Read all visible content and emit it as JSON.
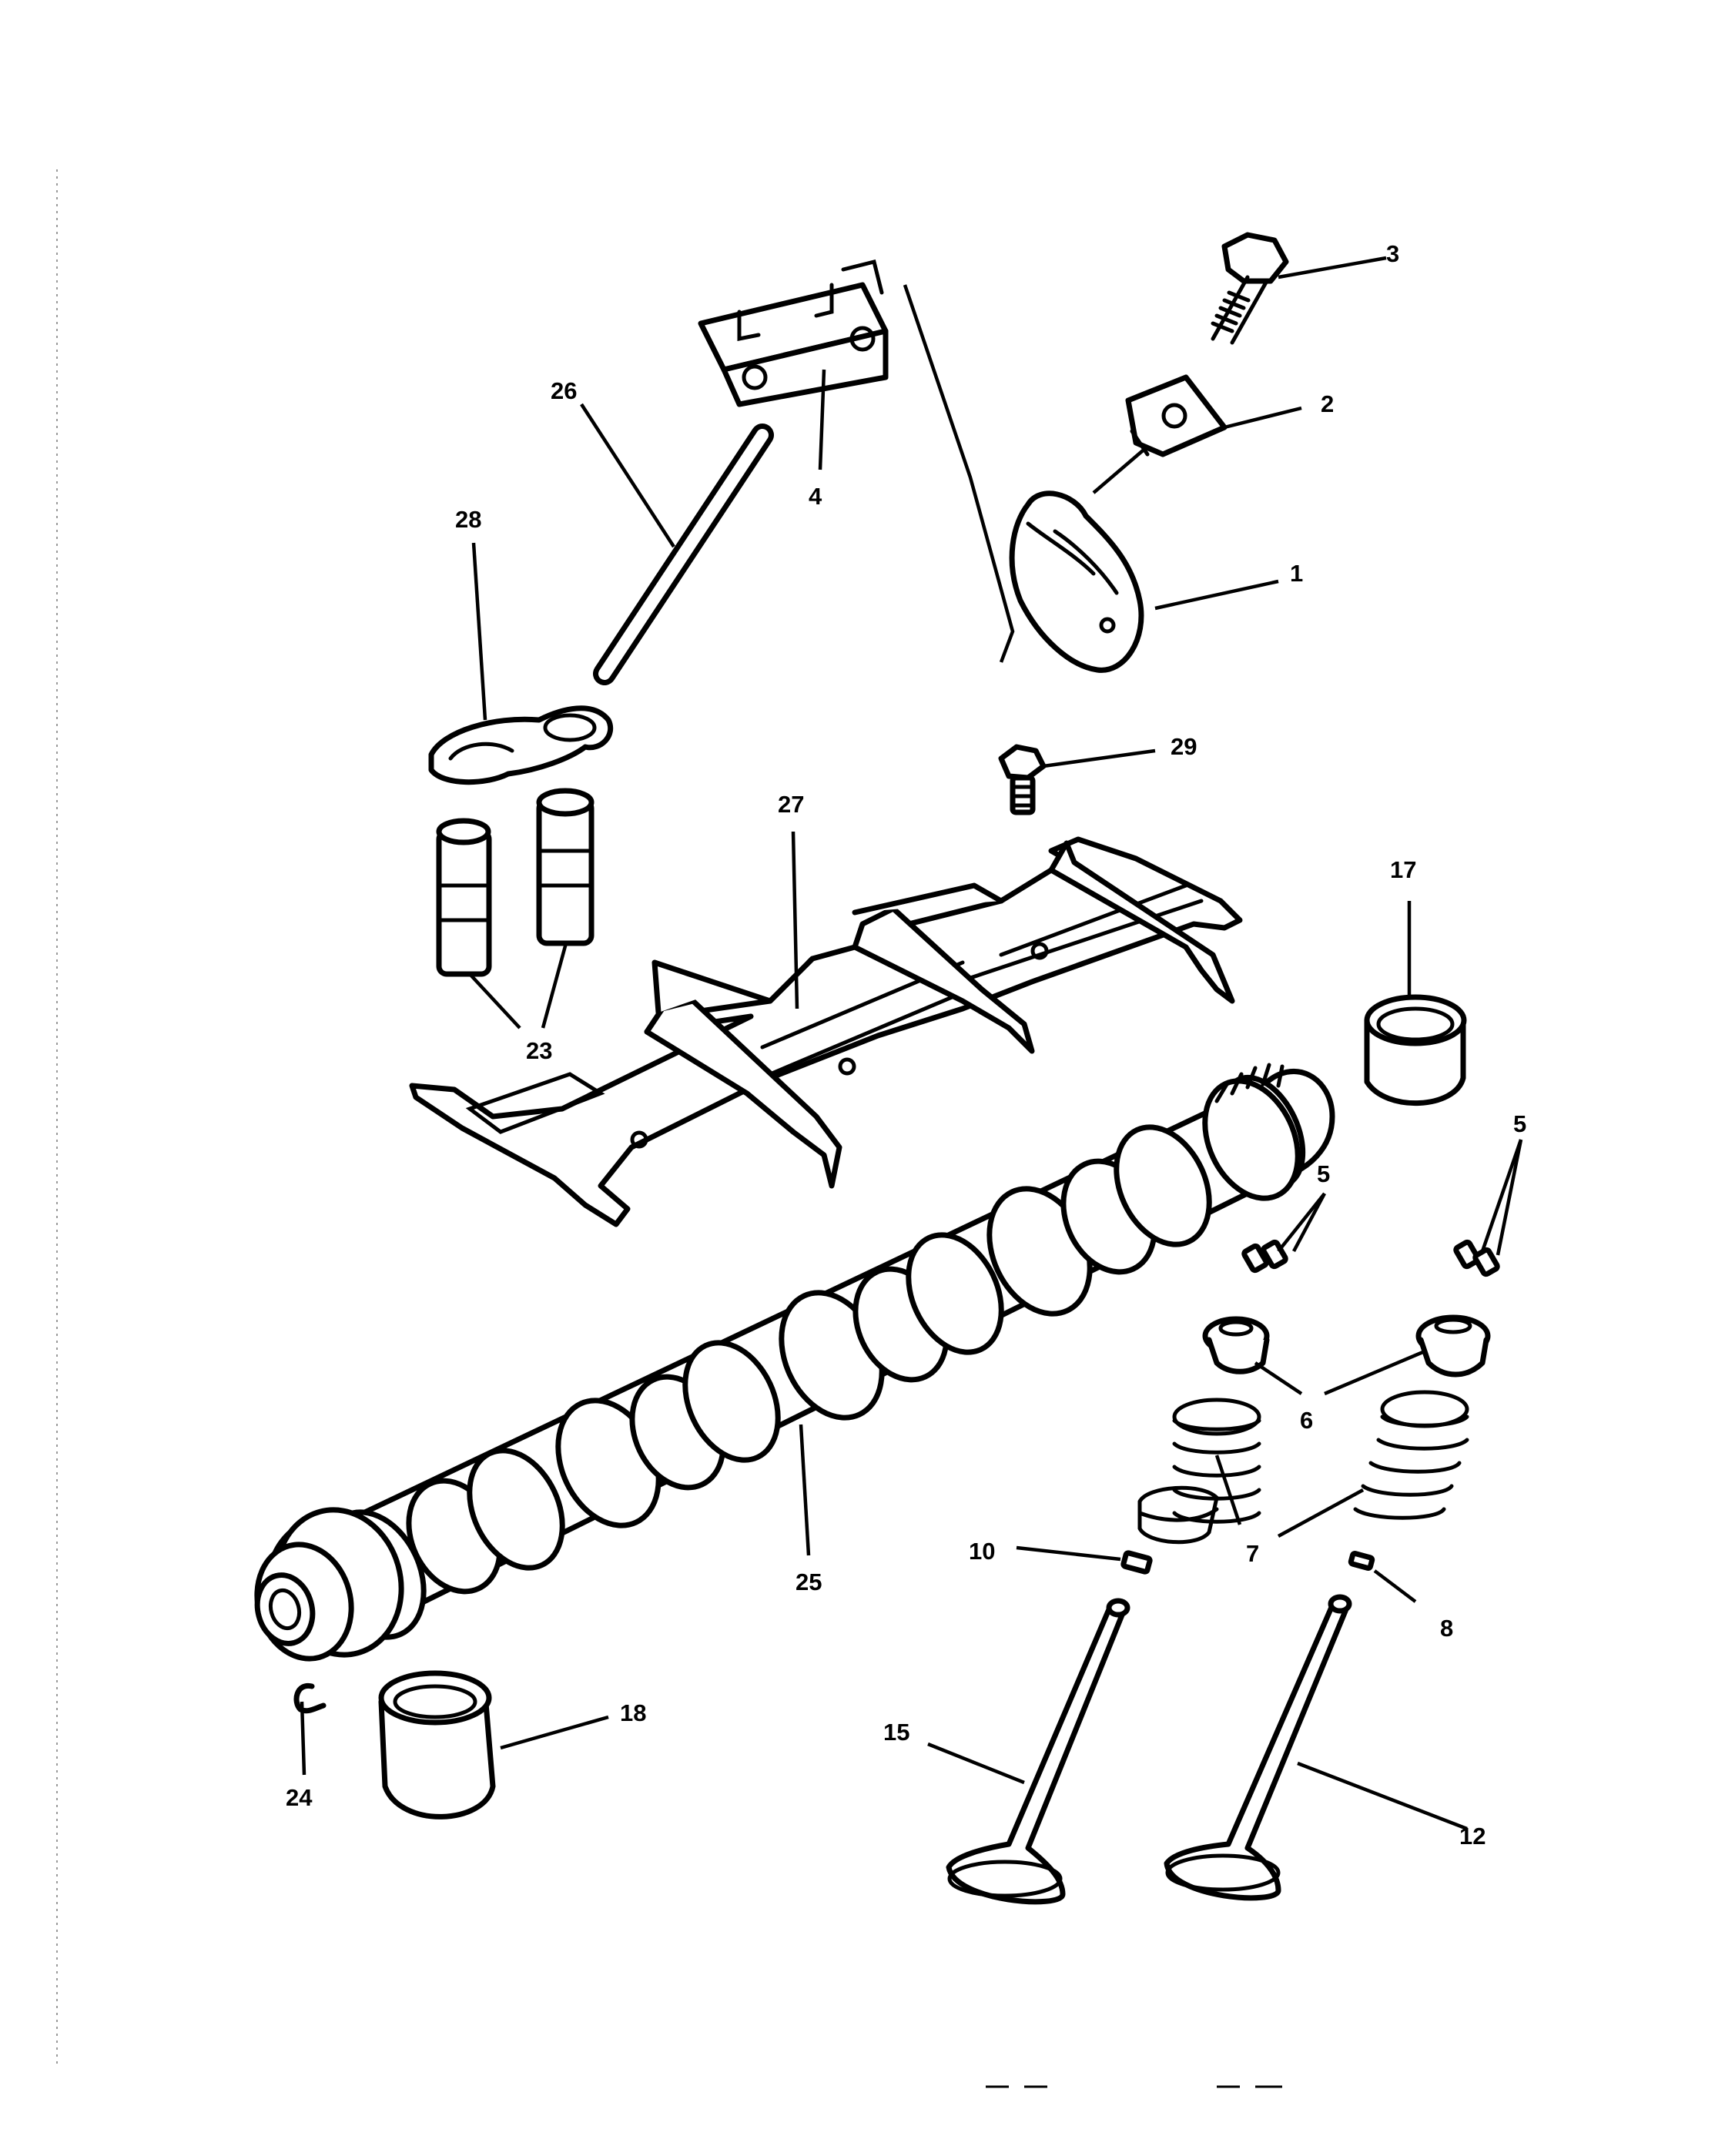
{
  "labels": {
    "l1": "1",
    "l2": "2",
    "l3": "3",
    "l4": "4",
    "l5a": "5",
    "l5b": "5",
    "l6": "6",
    "l7": "7",
    "l8": "8",
    "l10": "10",
    "l12": "12",
    "l15": "15",
    "l17": "17",
    "l18": "18",
    "l23": "23",
    "l24": "24",
    "l25": "25",
    "l26": "26",
    "l27": "27",
    "l28": "28",
    "l29": "29"
  },
  "colors": {
    "line": "#000000",
    "background": "#ffffff"
  }
}
